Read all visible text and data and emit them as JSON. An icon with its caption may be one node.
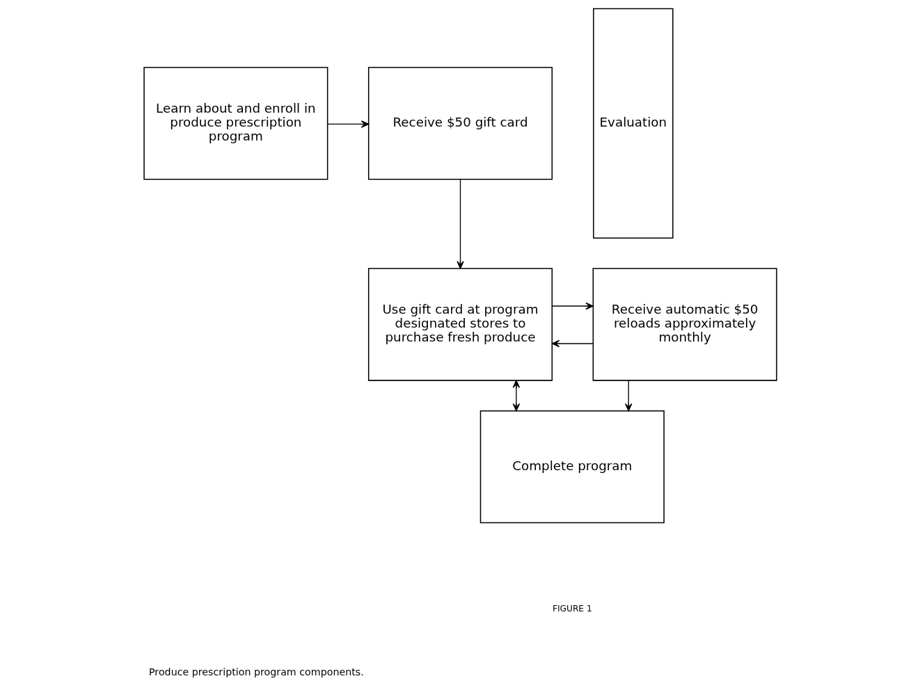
{
  "diagram": {
    "caption": "Produce prescription program components.",
    "nodes": [
      {
        "text": [
          "Learn about and enroll in produce prescription program"
        ]
      },
      {
        "text": [
          "Receive $50 gift card"
        ]
      },
      {
        "text": [
          "Use gift card at program designated stores to purchase fresh produce"
        ]
      },
      {
        "text": [
          "Receive automatic $50 reloads approximately monthly"
        ]
      },
      {
        "text": [
          "Complete program"
        ]
      },
      {
        "text": [
          "Evaluation"
        ]
      }
    ],
    "edges": [
      {
        "from": 0,
        "to": 1,
        "arrow": "to"
      },
      {
        "from": 1,
        "to": 2,
        "arrow": "to"
      },
      {
        "from": 2,
        "to": 3,
        "arrow": "to"
      },
      {
        "from": 2,
        "to": 4,
        "arrow": "both"
      },
      {
        "from": 3,
        "to": 2,
        "arrow": "to"
      },
      {
        "from": 3,
        "to": 4,
        "arrow": "to"
      }
    ],
    "labels": [
      "FIGURE 1"
    ]
  }
}
